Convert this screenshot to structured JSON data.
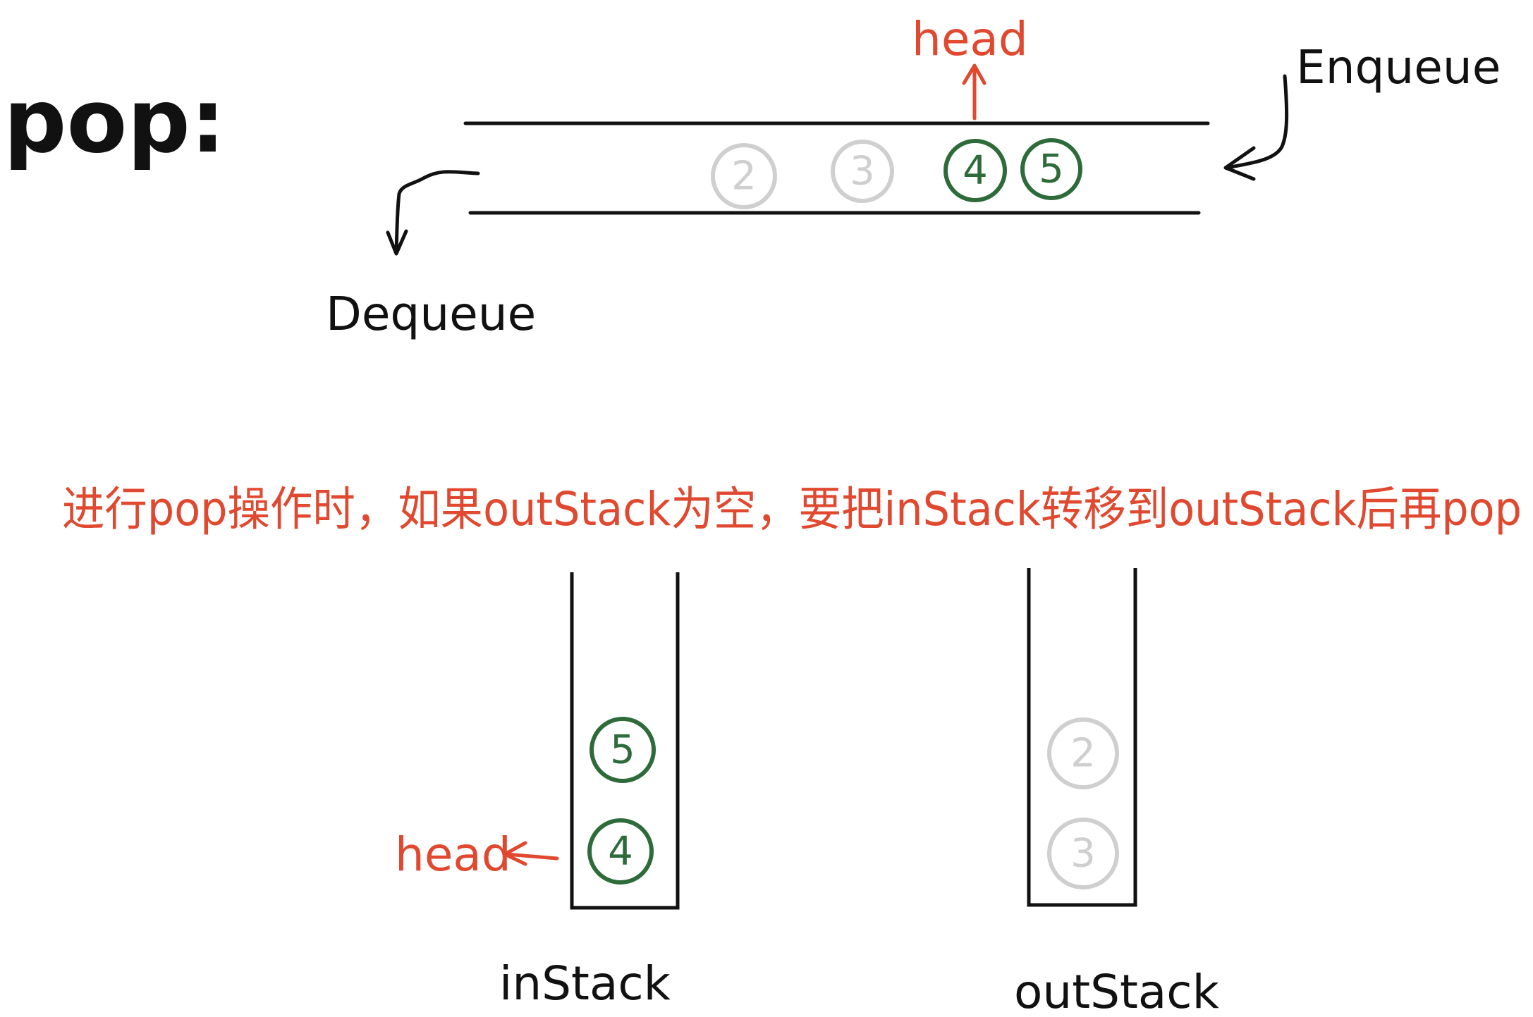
{
  "title": "pop:",
  "queue": {
    "enqueue_label": "Enqueue",
    "dequeue_label": "Dequeue",
    "head_label": "head",
    "items": [
      {
        "value": "2",
        "state": "faded"
      },
      {
        "value": "3",
        "state": "faded"
      },
      {
        "value": "4",
        "state": "active"
      },
      {
        "value": "5",
        "state": "active"
      }
    ]
  },
  "note": "进行pop操作时，如果outStack为空，要把inStack转移到outStack后再pop",
  "in_stack": {
    "label": "inStack",
    "head_label": "head",
    "items": [
      {
        "value": "5",
        "state": "active"
      },
      {
        "value": "4",
        "state": "active"
      }
    ]
  },
  "out_stack": {
    "label": "outStack",
    "items": [
      {
        "value": "2",
        "state": "faded"
      },
      {
        "value": "3",
        "state": "faded"
      }
    ]
  },
  "colors": {
    "ink": "#111111",
    "accent": "#e0492f",
    "active": "#2e6b3a",
    "faded": "#cfcfcf"
  }
}
